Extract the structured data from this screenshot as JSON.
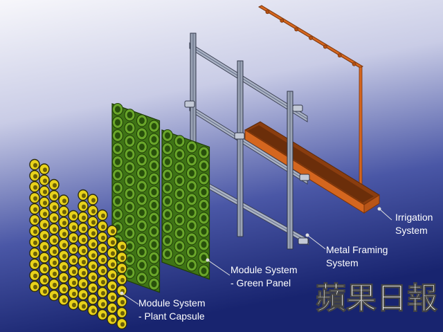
{
  "labels": {
    "irrigation": [
      "Irrigation",
      "System"
    ],
    "metal_framing": [
      "Metal Framing",
      "System"
    ],
    "green_panel": [
      "Module System",
      "- Green Panel"
    ],
    "plant_capsule": [
      "Module System",
      "- Plant Capsule"
    ]
  },
  "watermark": "蘋果日報",
  "colors": {
    "background_top": "#f2f2f8",
    "background_bottom": "#1d2a78",
    "capsule": "#e8d21a",
    "panel": "#4f8a1c",
    "frame": "#9aa3b5",
    "irrigation": "#d4661f",
    "leader": "#d9d9d9"
  }
}
